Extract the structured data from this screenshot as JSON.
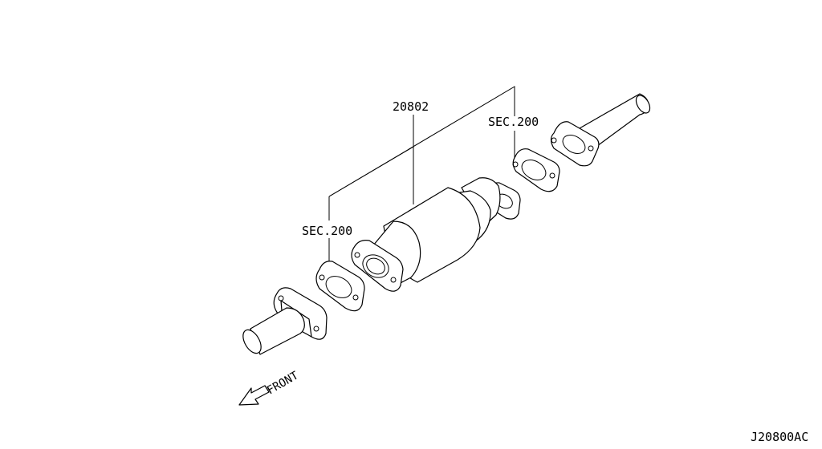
{
  "labels": {
    "part_catalytic_converter": "20802",
    "sec_ref_upper": "SEC.200",
    "sec_ref_lower": "SEC.200",
    "direction": "FRONT",
    "diagram_code": "J20800AC"
  }
}
